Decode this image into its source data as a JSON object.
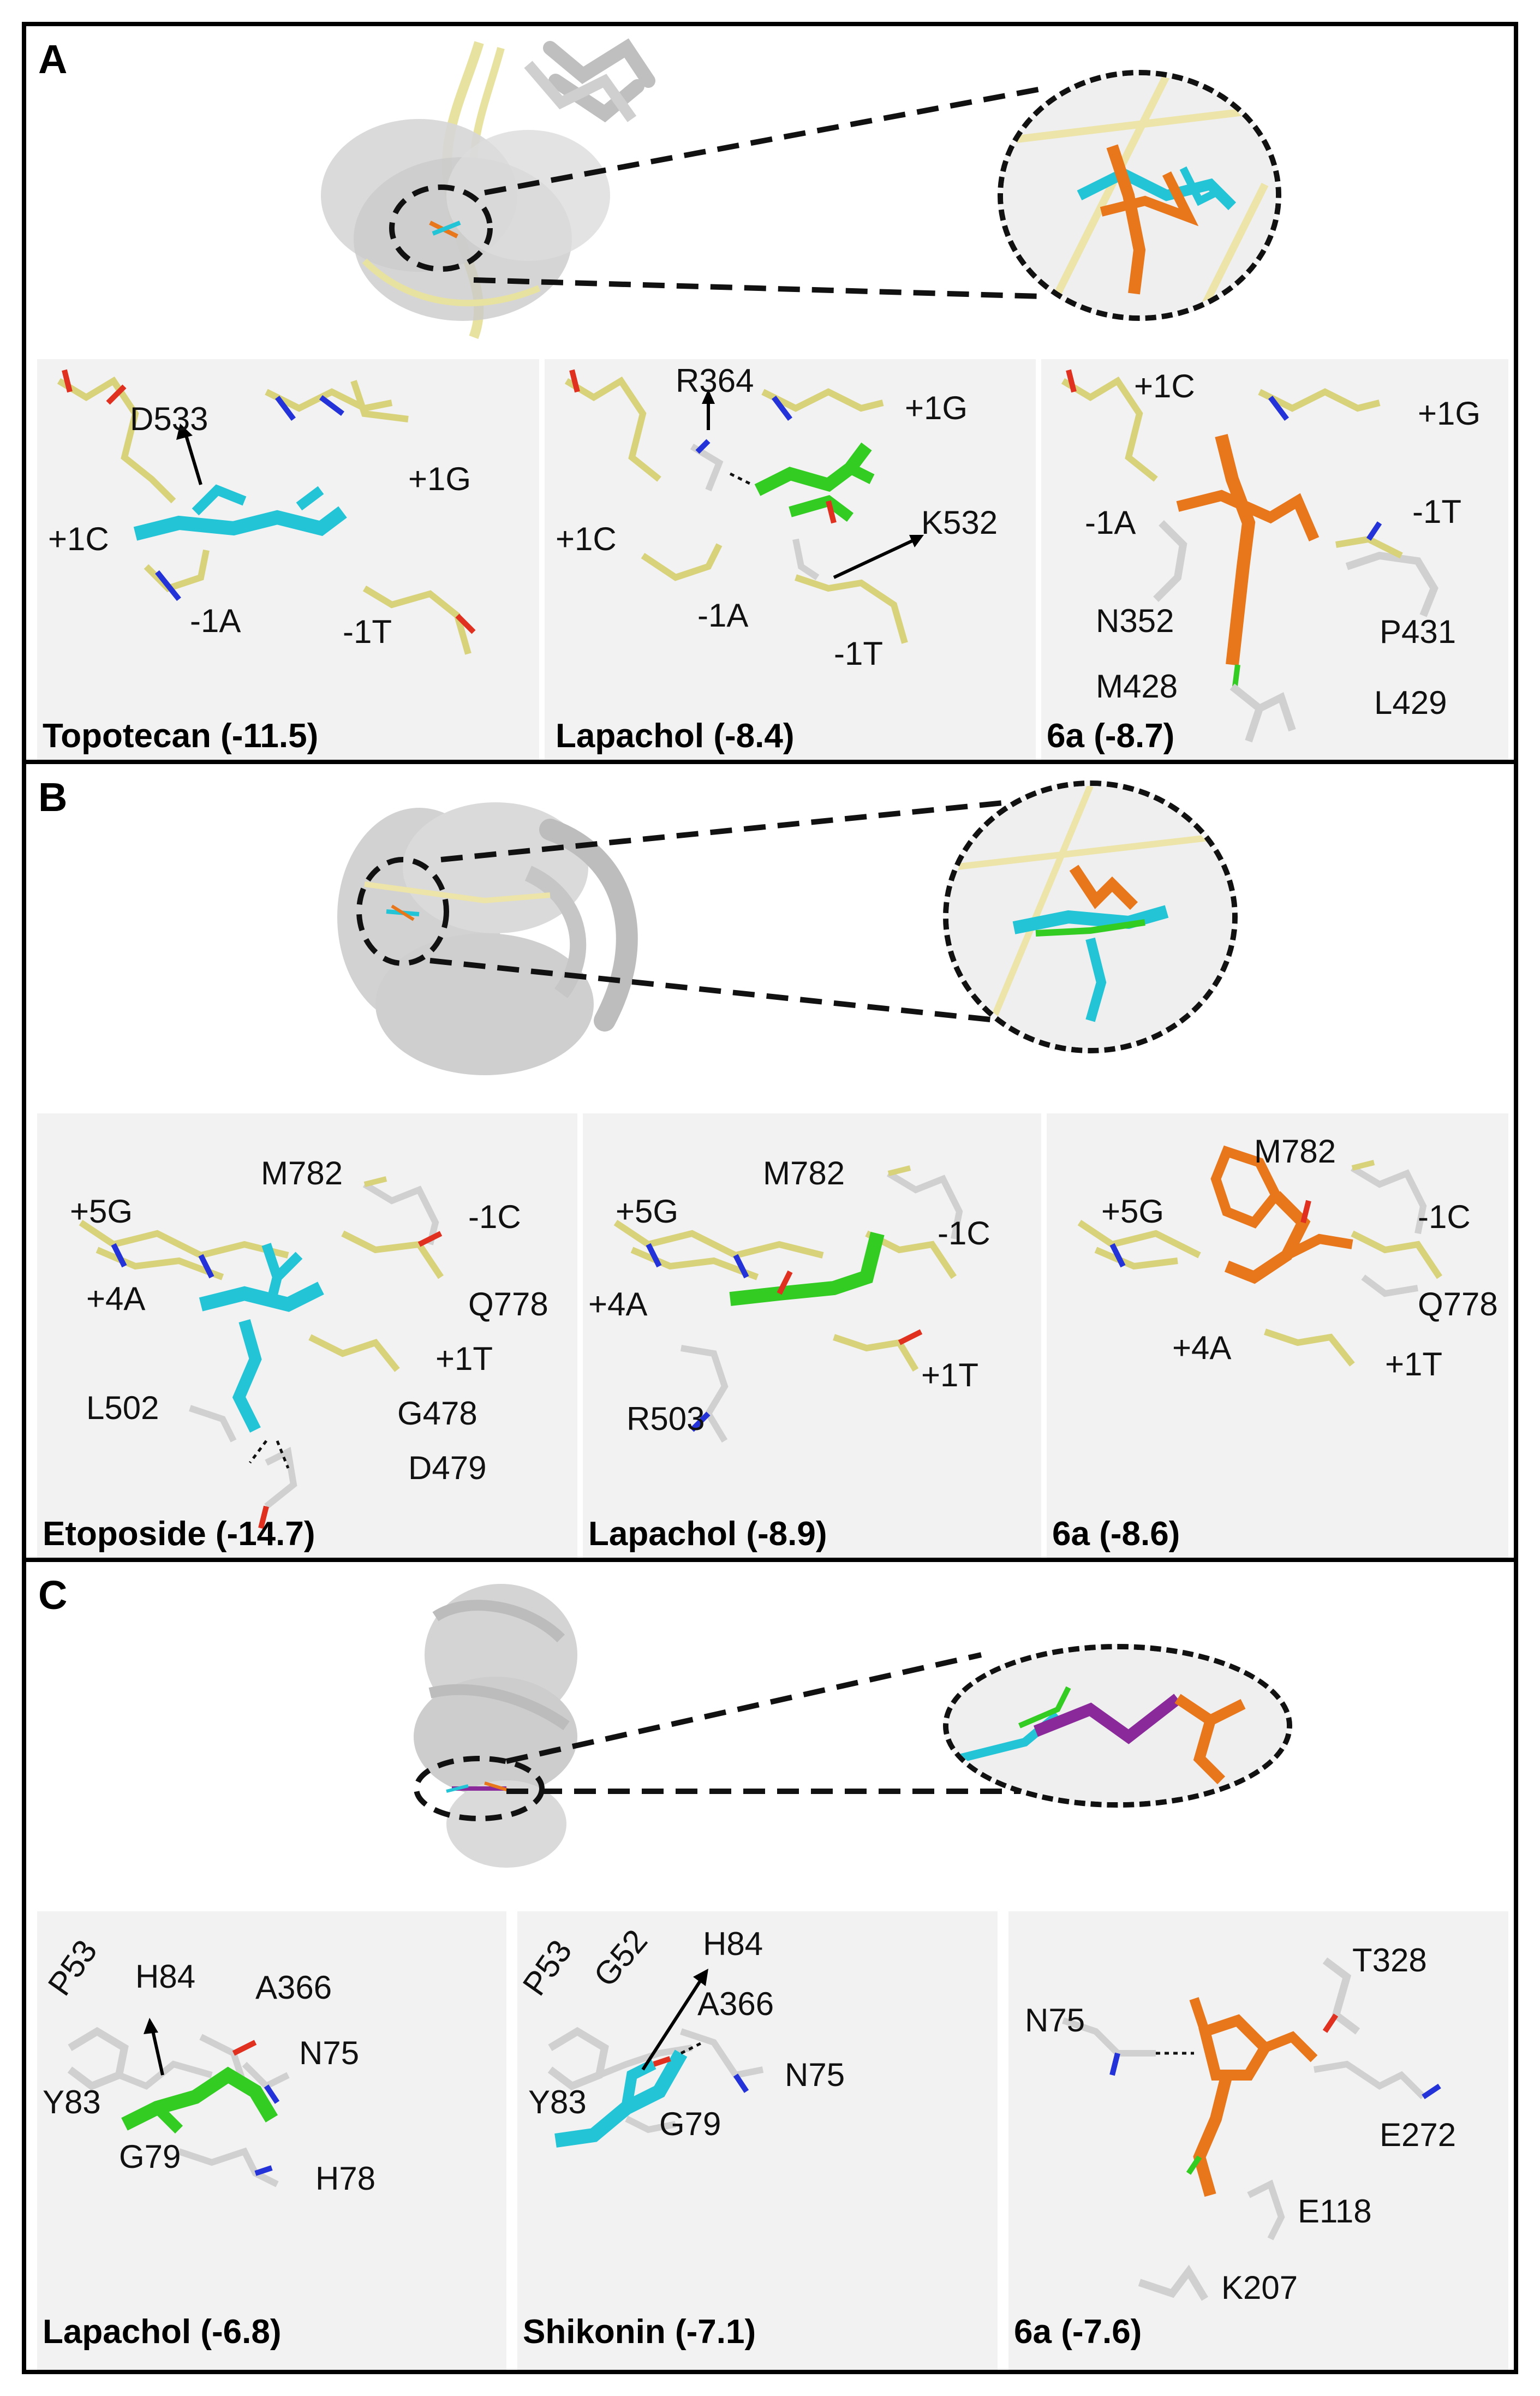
{
  "panels": {
    "A": {
      "letter": "A",
      "sub": [
        {
          "caption": "Topotecan (-11.5)",
          "labels": [
            "D533",
            "+1G",
            "+1C",
            "-1A",
            "-1T"
          ]
        },
        {
          "caption": "Lapachol (-8.4)",
          "labels": [
            "R364",
            "+1G",
            "+1C",
            "K532",
            "-1A",
            "-1T"
          ]
        },
        {
          "caption": "6a (-8.7)",
          "labels": [
            "+1C",
            "+1G",
            "-1A",
            "-1T",
            "N352",
            "P431",
            "M428",
            "L429"
          ]
        }
      ]
    },
    "B": {
      "letter": "B",
      "sub": [
        {
          "caption": "Etoposide (-14.7)",
          "labels": [
            "M782",
            "+5G",
            "-1C",
            "+4A",
            "Q778",
            "+1T",
            "L502",
            "G478",
            "D479"
          ]
        },
        {
          "caption": "Lapachol (-8.9)",
          "labels": [
            "M782",
            "+5G",
            "-1C",
            "+4A",
            "R503",
            "+1T"
          ]
        },
        {
          "caption": "6a (-8.6)",
          "labels": [
            "M782",
            "+5G",
            "-1C",
            "Q778",
            "+4A",
            "+1T"
          ]
        }
      ]
    },
    "C": {
      "letter": "C",
      "sub": [
        {
          "caption": "Lapachol (-6.8)",
          "labels": [
            "H84",
            "P53",
            "A366",
            "N75",
            "Y83",
            "G79",
            "H78"
          ]
        },
        {
          "caption": "Shikonin (-7.1)",
          "labels": [
            "H84",
            "P53",
            "G52",
            "A366",
            "N75",
            "Y83",
            "G79"
          ]
        },
        {
          "caption": "6a (-7.6)",
          "labels": [
            "T328",
            "N75",
            "E272",
            "E118",
            "K207"
          ]
        }
      ]
    }
  },
  "colors": {
    "topotecan": "#22c4d6",
    "etoposide": "#22c4d6",
    "shikonin": "#22c4d6",
    "lapachol": "#33cc22",
    "compound_6a": "#e8761a",
    "inhibitor_C_ref": "#8a2a9a",
    "dna_carbon": "#d8d27a",
    "oxygen": "#e03020",
    "nitrogen": "#2433d8",
    "protein_carbon": "#d0d0d0",
    "panel_border": "#000000"
  }
}
